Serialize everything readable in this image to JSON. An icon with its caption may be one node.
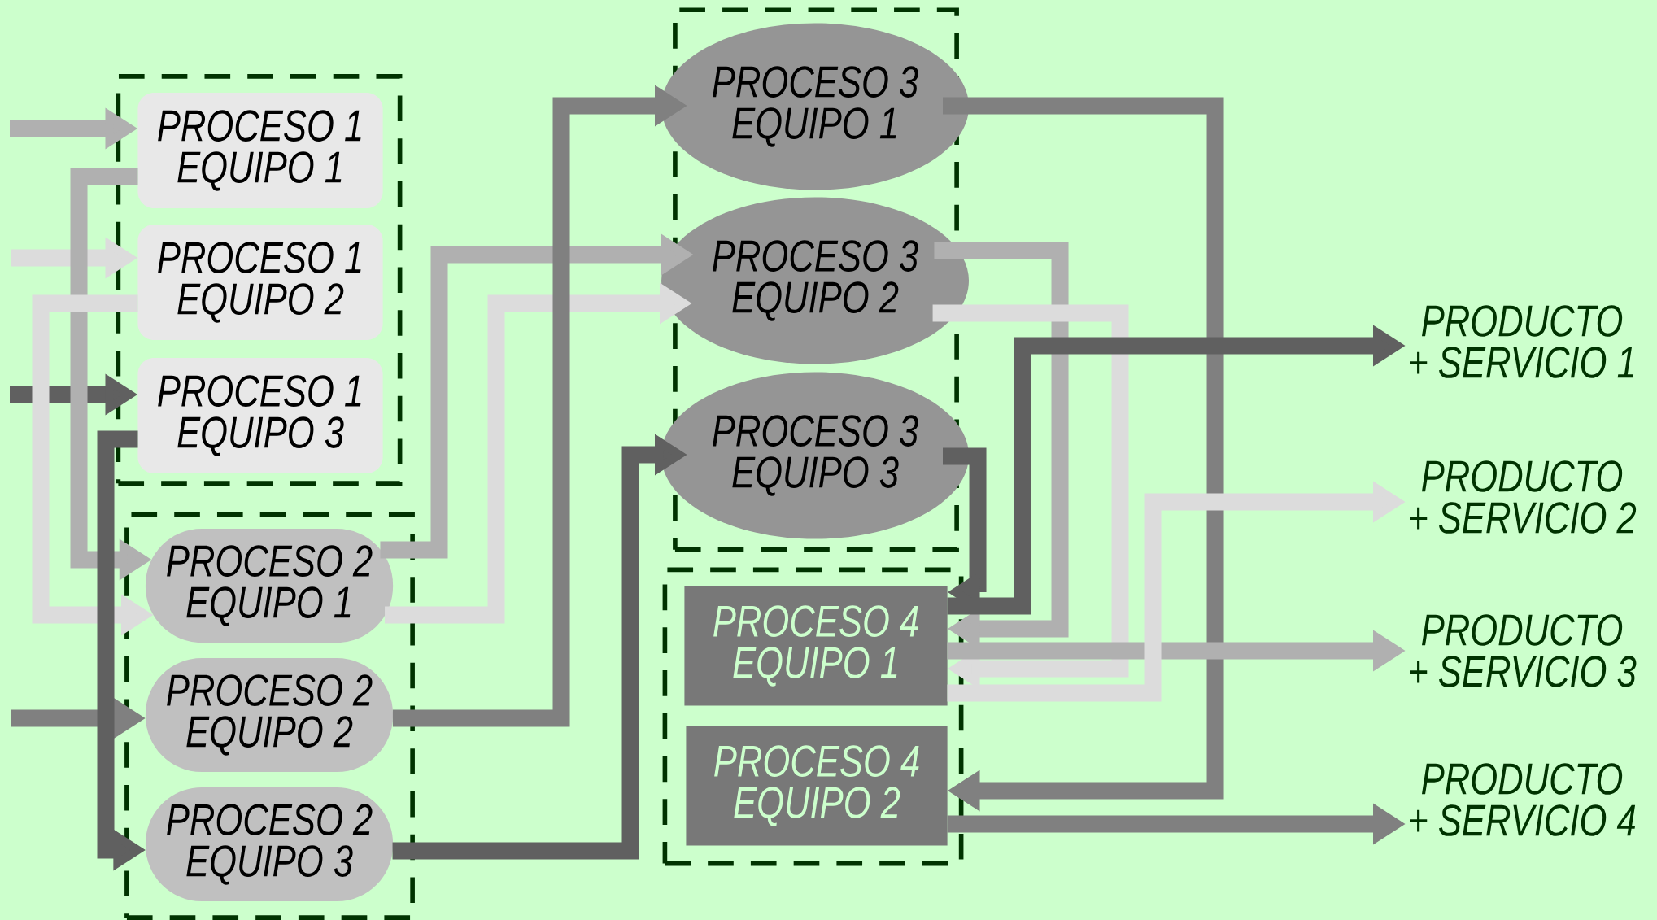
{
  "diagram": {
    "nodes": [
      {
        "text": [],
        "shape": "box"
      },
      {
        "text": [
          "PROCESO 1 EQUIPO 1"
        ],
        "in": 0
      },
      {
        "text": [
          "PROCESO 1 EQUIPO 2"
        ],
        "in": 0
      },
      {
        "text": [
          "PROCESO 1 EQUIPO 3"
        ],
        "in": 0
      },
      {
        "text": [],
        "shape": "box"
      },
      {
        "text": [
          "PROCESO 2 EQUIPO 1"
        ],
        "in": 4
      },
      {
        "text": [
          "PROCESO 2 EQUIPO 2"
        ],
        "in": 4
      },
      {
        "text": [
          "PROCESO 2 EQUIPO 3"
        ],
        "in": 4
      },
      {
        "text": [],
        "shape": "box"
      },
      {
        "text": [
          "PROCESO 3 EQUIPO 1"
        ],
        "in": 8
      },
      {
        "text": [
          "PROCESO 3 EQUIPO 2"
        ],
        "in": 8
      },
      {
        "text": [
          "PROCESO 3 EQUIPO 3"
        ],
        "in": 8
      },
      {
        "text": [],
        "shape": "box"
      },
      {
        "text": [
          "PROCESO 4 EQUIPO 1"
        ],
        "in": 12
      },
      {
        "text": [
          "PROCESO 4 EQUIPO 2"
        ],
        "in": 12
      },
      {
        "text": [
          "PRODUCTO + SERVICIO 1"
        ]
      },
      {
        "text": [
          "PRODUCTO + SERVICIO 2"
        ]
      },
      {
        "text": [
          "PRODUCTO + SERVICIO 3"
        ]
      },
      {
        "text": [
          "PRODUCTO + SERVICIO 4"
        ]
      }
    ],
    "edges": [
      {
        "from": null,
        "to": 1,
        "arrow": "to",
        "color": "#b0b0b0"
      },
      {
        "from": null,
        "to": 2,
        "arrow": "to",
        "color": "#dcdcdc"
      },
      {
        "from": null,
        "to": 3,
        "arrow": "to",
        "color": "#606060"
      },
      {
        "from": null,
        "to": 6,
        "arrow": "to",
        "color": "#808080"
      },
      {
        "from": 1,
        "to": 5,
        "arrow": "to",
        "color": "#b0b0b0"
      },
      {
        "from": 2,
        "to": 5,
        "arrow": "to",
        "color": "#dcdcdc"
      },
      {
        "from": 3,
        "to": 7,
        "arrow": "to",
        "color": "#606060"
      },
      {
        "from": 5,
        "to": 10,
        "arrow": "to",
        "color": "#b0b0b0"
      },
      {
        "from": 5,
        "to": 10,
        "arrow": "to",
        "color": "#dcdcdc"
      },
      {
        "from": 6,
        "to": 9,
        "arrow": "to",
        "color": "#808080"
      },
      {
        "from": 7,
        "to": 11,
        "arrow": "to",
        "color": "#606060"
      },
      {
        "from": 9,
        "to": 14,
        "arrow": "to",
        "color": "#808080"
      },
      {
        "from": 10,
        "to": 13,
        "arrow": "to",
        "color": "#b0b0b0"
      },
      {
        "from": 10,
        "to": 13,
        "arrow": "to",
        "color": "#dcdcdc"
      },
      {
        "from": 11,
        "to": 13,
        "arrow": "to",
        "color": "#606060"
      },
      {
        "from": 13,
        "to": 15,
        "arrow": "to",
        "color": "#606060"
      },
      {
        "from": 13,
        "to": 17,
        "arrow": "to",
        "color": "#b0b0b0"
      },
      {
        "from": 13,
        "to": 16,
        "arrow": "to",
        "color": "#dcdcdc"
      },
      {
        "from": 14,
        "to": 18,
        "arrow": "to",
        "color": "#808080"
      }
    ]
  }
}
